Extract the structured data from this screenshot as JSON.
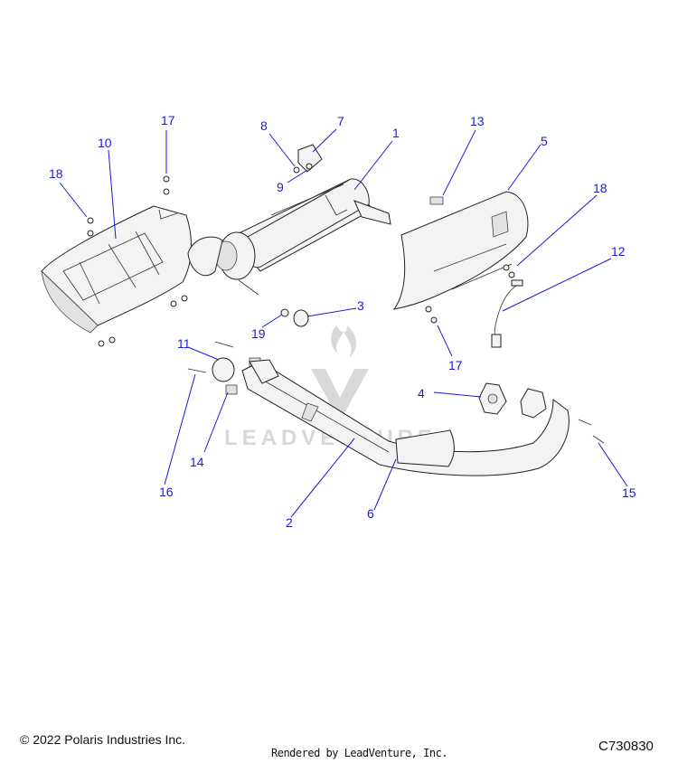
{
  "diagram": {
    "callouts": [
      {
        "id": "c1",
        "label": "1"
      },
      {
        "id": "c2",
        "label": "2"
      },
      {
        "id": "c3",
        "label": "3"
      },
      {
        "id": "c4",
        "label": "4"
      },
      {
        "id": "c5",
        "label": "5"
      },
      {
        "id": "c6",
        "label": "6"
      },
      {
        "id": "c7",
        "label": "7"
      },
      {
        "id": "c8",
        "label": "8"
      },
      {
        "id": "c9",
        "label": "9"
      },
      {
        "id": "c10",
        "label": "10"
      },
      {
        "id": "c11",
        "label": "11"
      },
      {
        "id": "c12",
        "label": "12"
      },
      {
        "id": "c13",
        "label": "13"
      },
      {
        "id": "c14",
        "label": "14"
      },
      {
        "id": "c15",
        "label": "15"
      },
      {
        "id": "c16",
        "label": "16"
      },
      {
        "id": "c17a",
        "label": "17"
      },
      {
        "id": "c17b",
        "label": "17"
      },
      {
        "id": "c18a",
        "label": "18"
      },
      {
        "id": "c18b",
        "label": "18"
      },
      {
        "id": "c19",
        "label": "19"
      }
    ],
    "watermark": "LEADVENTURE",
    "callout_color": "#1a1adb"
  },
  "footer": {
    "copyright": "© 2022 Polaris Industries Inc.",
    "rendered_by": "Rendered by LeadVenture, Inc.",
    "diagram_id": "C730830"
  }
}
